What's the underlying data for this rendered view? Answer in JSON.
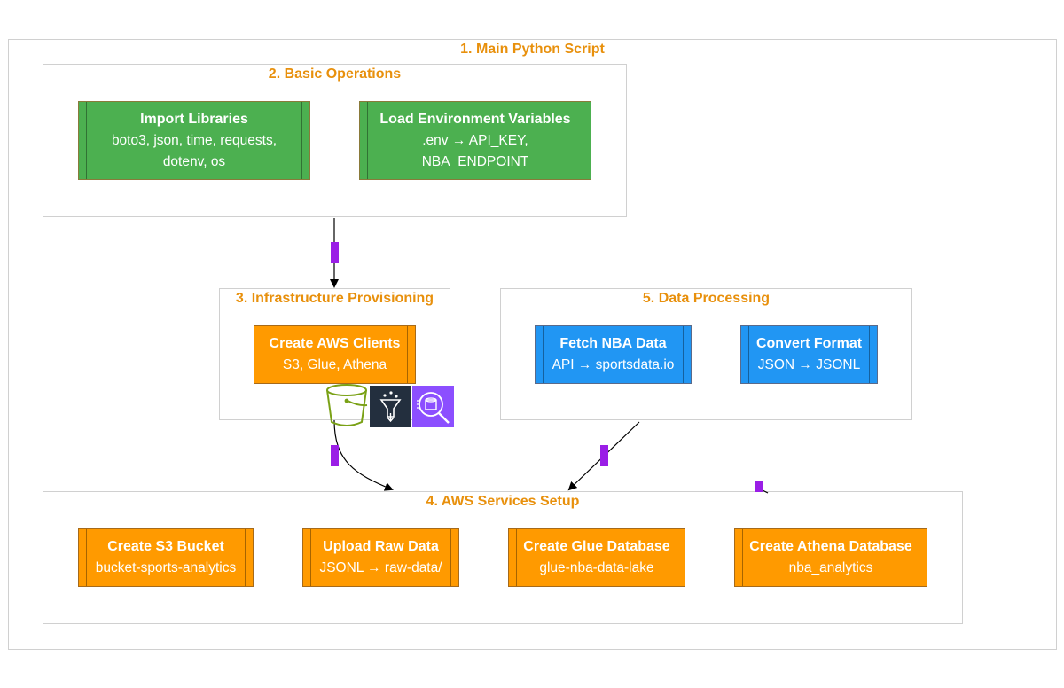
{
  "groups": {
    "main": {
      "title": "1. Main Python Script"
    },
    "basic": {
      "title": "2. Basic Operations"
    },
    "infra": {
      "title": "3. Infrastructure Provisioning"
    },
    "aws": {
      "title": "4. AWS Services Setup"
    },
    "processing": {
      "title": "5. Data Processing"
    }
  },
  "nodes": {
    "import_libraries": {
      "title": "Import Libraries",
      "line1": "boto3, json, time, requests,",
      "line2": "dotenv, os"
    },
    "load_env": {
      "title": "Load Environment Variables",
      "line1": ".env → API_KEY,",
      "line2": "NBA_ENDPOINT"
    },
    "create_clients": {
      "title": "Create AWS Clients",
      "line1": "S3, Glue, Athena"
    },
    "fetch_data": {
      "title": "Fetch NBA Data",
      "line1": "API → sportsdata.io"
    },
    "convert_format": {
      "title": "Convert Format",
      "line1": "JSON → JSONL"
    },
    "create_s3": {
      "title": "Create S3 Bucket",
      "line1": "bucket-sports-analytics"
    },
    "upload_raw": {
      "title": "Upload Raw Data",
      "line1": "JSONL → raw-data/"
    },
    "create_glue": {
      "title": "Create Glue Database",
      "line1": "glue-nba-data-lake"
    },
    "create_athena": {
      "title": "Create Athena Database",
      "line1": "nba_analytics"
    }
  },
  "icons": [
    "s3-bucket-icon",
    "glue-icon",
    "athena-icon"
  ],
  "colors": {
    "title": "#e8900c",
    "green_node": "#4cb050",
    "orange_node": "#ff9a00",
    "blue_node": "#2196f3",
    "edge_label": "#9a1ee6",
    "glue_bg": "#232f3e",
    "athena_bg": "#8c4fff",
    "bucket_stroke": "#7aa116"
  }
}
